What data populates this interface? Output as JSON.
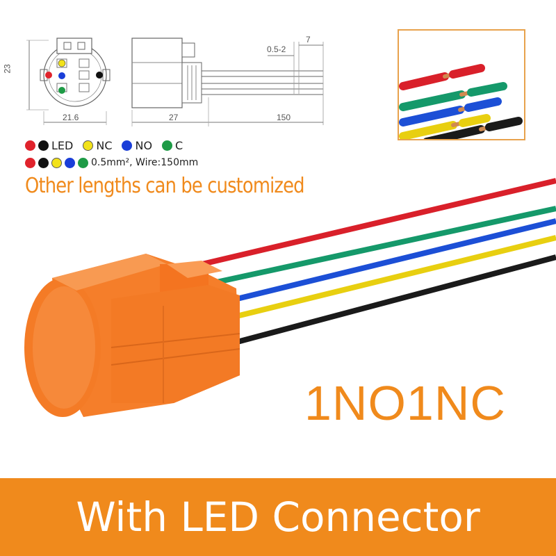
{
  "drawing": {
    "dim_height": "23",
    "dim_width": "21.6",
    "dim_body": "27",
    "dim_wire": "150",
    "dim_strip": "0.5-2",
    "dim_tin": "7"
  },
  "legend": {
    "row1": [
      {
        "colors": [
          "#e0232c",
          "#111111"
        ],
        "label": "LED"
      },
      {
        "colors": [
          "#f2e21a"
        ],
        "label": "NC"
      },
      {
        "colors": [
          "#1a3ed8"
        ],
        "label": "NO"
      },
      {
        "colors": [
          "#1e9b46"
        ],
        "label": "C"
      }
    ],
    "row2_colors": [
      "#e0232c",
      "#111111",
      "#f2e21a",
      "#1a3ed8",
      "#1e9b46"
    ],
    "row2_text": "0.5mm², Wire:150mm"
  },
  "customize_text": "Other lengths can be customized",
  "model_text": "1NO1NC",
  "banner_text": "With LED Connector",
  "colors": {
    "accent": "#f08a1c",
    "connector": "#f57e2a",
    "wire_red": "#d9202a",
    "wire_green": "#15996a",
    "wire_blue": "#1c4fd6",
    "wire_yellow": "#e8cf10",
    "wire_black": "#1a1a1a"
  }
}
